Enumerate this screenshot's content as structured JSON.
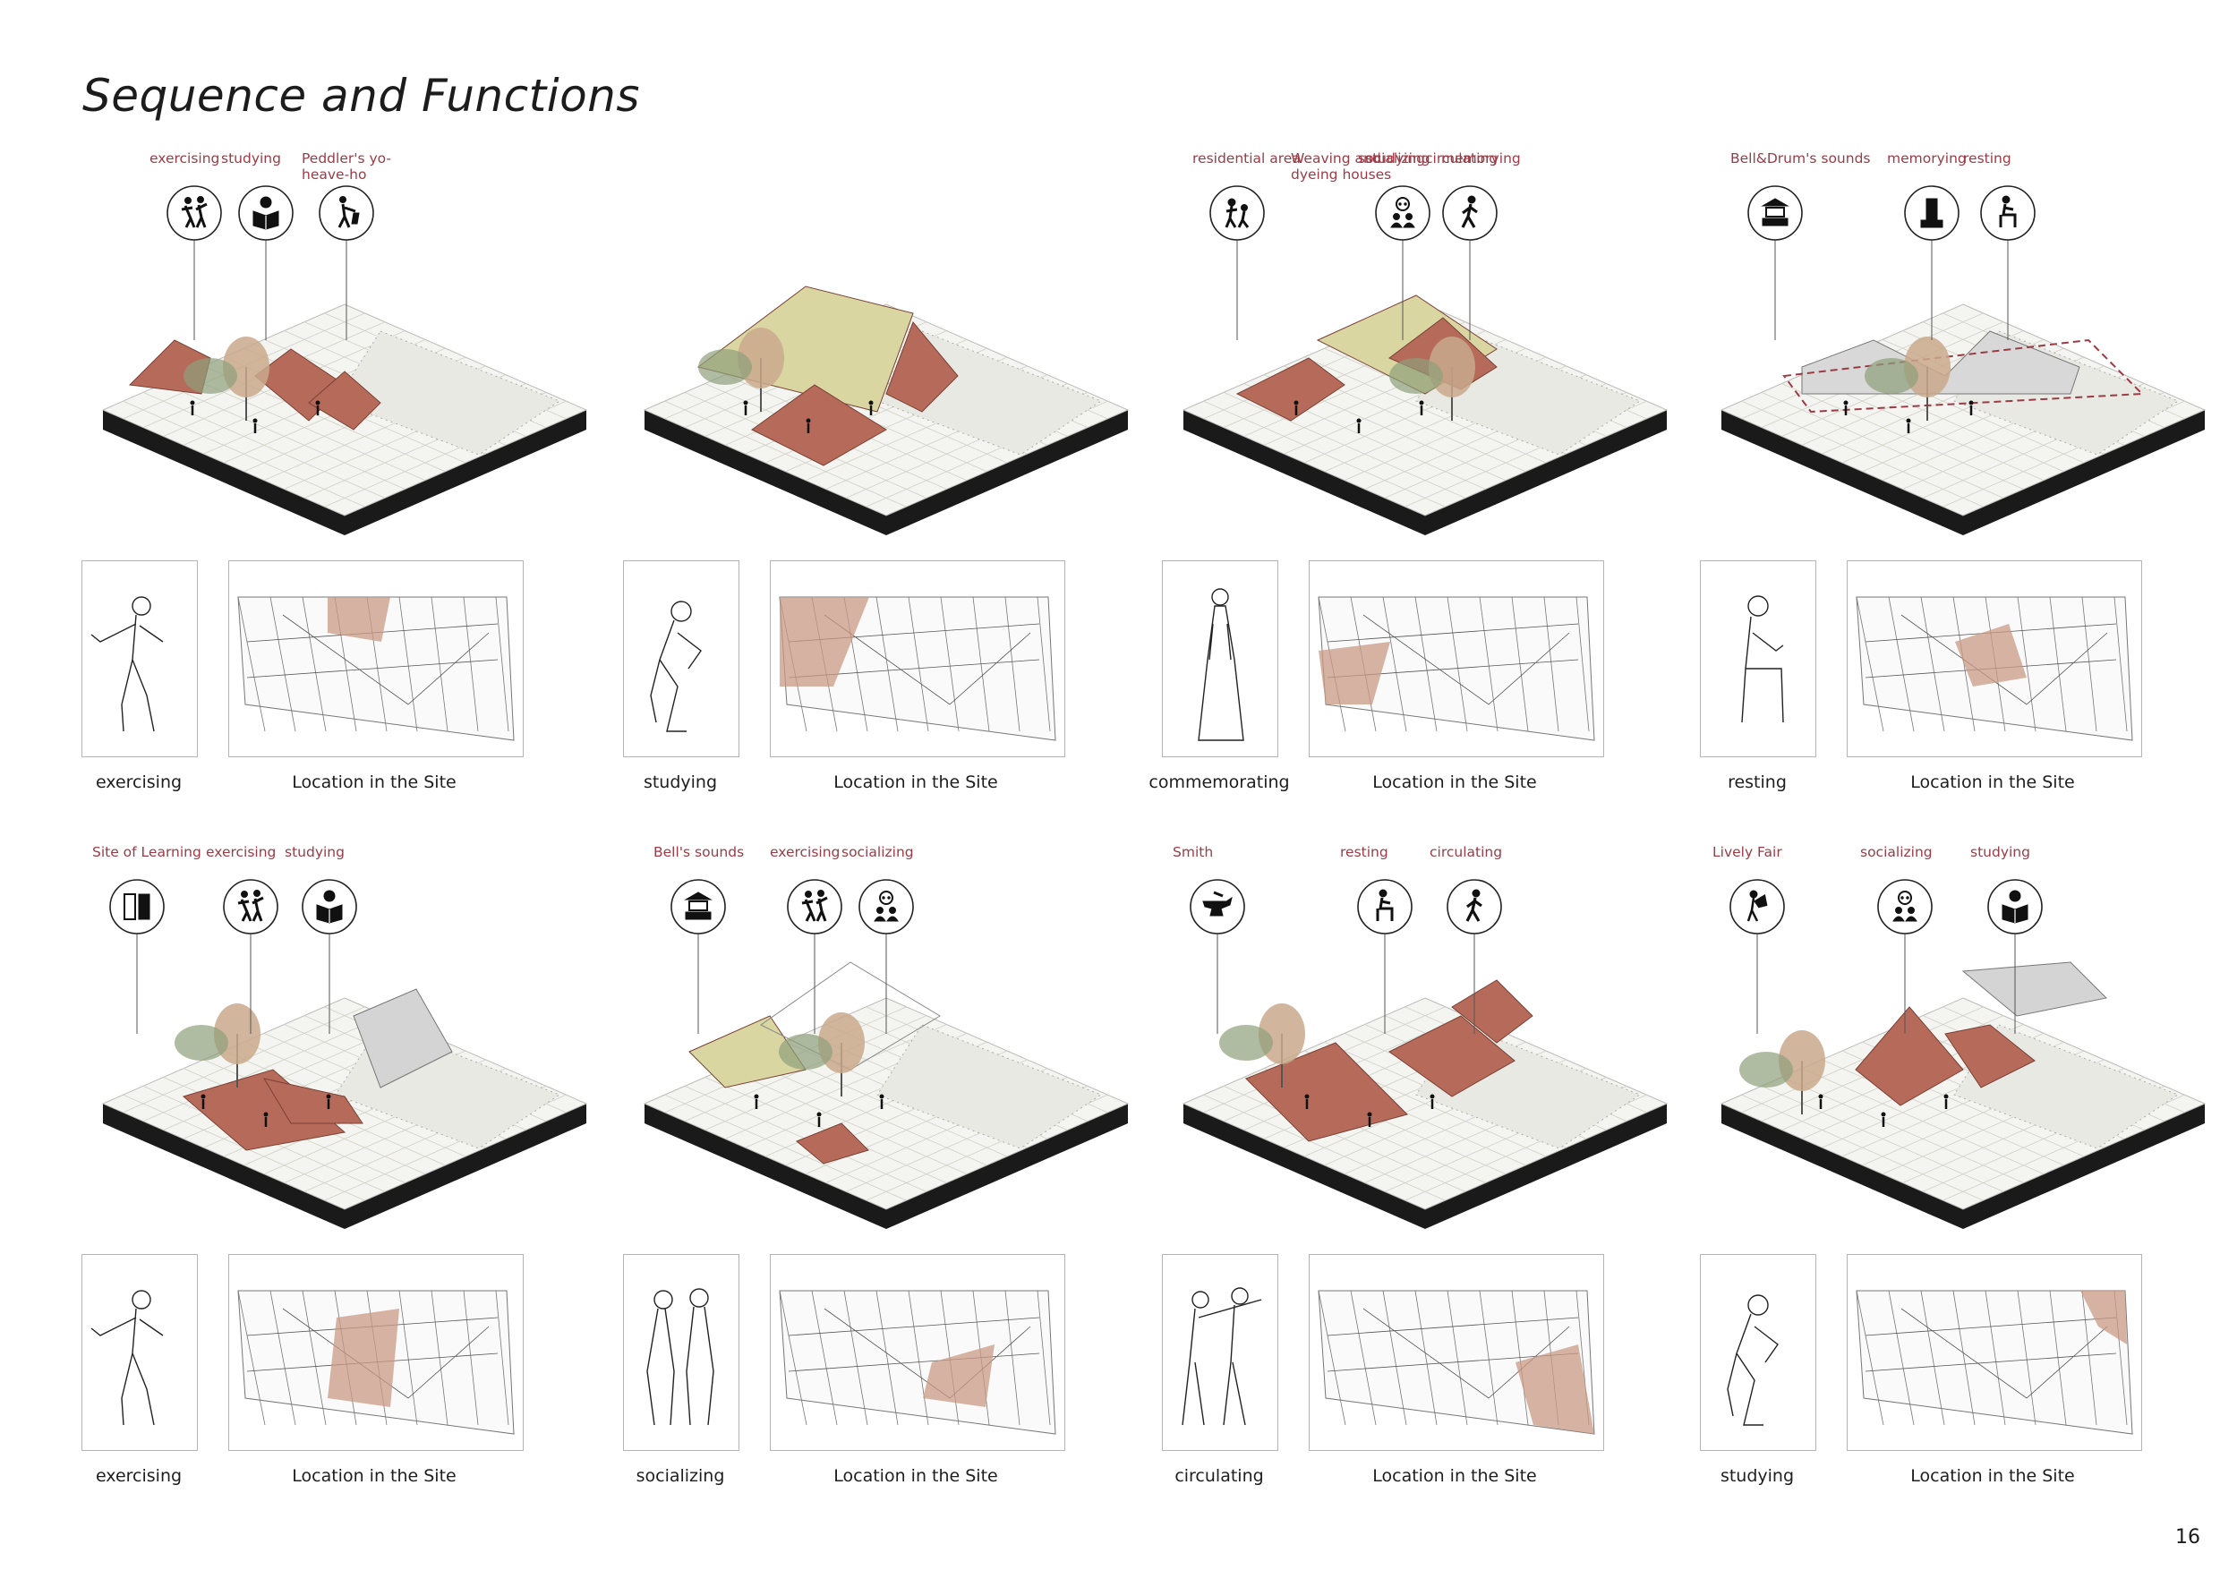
{
  "title": "Sequence and Functions",
  "page_number": "16",
  "colors": {
    "accent": "#9b3b46",
    "terracotta": "#b56a5a",
    "highlight": "#c99a86",
    "olive": "#d9d6a2",
    "base": "#1a1a1a"
  },
  "panels": [
    {
      "labels": [
        "exercising",
        "studying",
        "Peddler's yo-heave-ho"
      ],
      "figure_caption": "exercising",
      "location_caption": "Location in the Site",
      "icons": [
        "exercising-icon",
        "studying-icon",
        "peddler-icon"
      ],
      "figure": "exercising-person",
      "highlight": "top-center"
    },
    {
      "labels": [
        "Weaving and dyeing houses",
        "studying",
        "memorying"
      ],
      "figure_caption": "studying",
      "location_caption": "Location in the Site",
      "icons": [
        "weaving-icon",
        "studying-icon",
        "memorial-icon"
      ],
      "figure": "crouching-person",
      "highlight": "left"
    },
    {
      "labels": [
        "residential area",
        "socializing",
        "circulating"
      ],
      "figure_caption": "commemorating",
      "location_caption": "Location in the Site",
      "icons": [
        "residential-icon",
        "socializing-icon",
        "walking-icon"
      ],
      "figure": "standing-woman",
      "highlight": "bottom-left"
    },
    {
      "labels": [
        "Bell&Drum's sounds",
        "memorying",
        "resting"
      ],
      "figure_caption": "resting",
      "location_caption": "Location in the Site",
      "icons": [
        "bell-tower-icon",
        "memorial-icon",
        "sitting-icon"
      ],
      "figure": "sitting-person",
      "highlight": "center"
    },
    {
      "labels": [
        "Site of Learning",
        "exercising",
        "studying"
      ],
      "figure_caption": "exercising",
      "location_caption": "Location in the Site",
      "icons": [
        "book-icon",
        "exercising-icon",
        "studying-icon"
      ],
      "figure": "exercising-person",
      "highlight": "center-lower"
    },
    {
      "labels": [
        "Bell's sounds",
        "exercising",
        "socializing"
      ],
      "figure_caption": "socializing",
      "location_caption": "Location in the Site",
      "icons": [
        "bell-tower-icon",
        "exercising-icon",
        "socializing-icon"
      ],
      "figure": "two-people",
      "highlight": "right-lower"
    },
    {
      "labels": [
        "Smith",
        "resting",
        "circulating"
      ],
      "figure_caption": "circulating",
      "location_caption": "Location in the Site",
      "icons": [
        "anvil-icon",
        "sitting-icon",
        "walking-icon"
      ],
      "figure": "walking-pair",
      "highlight": "right-bottom"
    },
    {
      "labels": [
        "Lively Fair",
        "socializing",
        "studying"
      ],
      "figure_caption": "studying",
      "location_caption": "Location in the Site",
      "icons": [
        "fair-icon",
        "socializing-icon",
        "studying-icon"
      ],
      "figure": "crouching-person",
      "highlight": "top-right"
    }
  ]
}
